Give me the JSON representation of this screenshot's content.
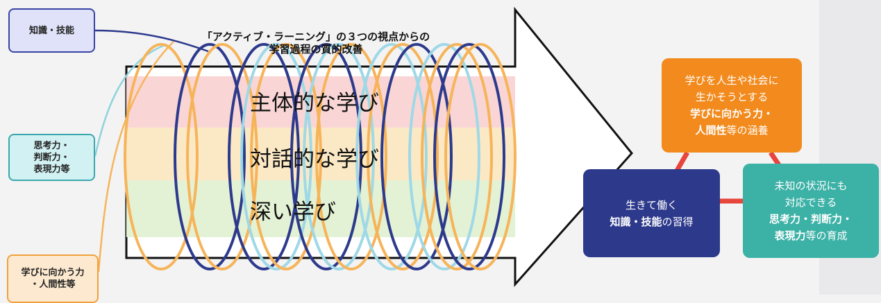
{
  "left_boxes": {
    "knowledge": "知識・技能",
    "thinking": "思考力・\n判断力・\n表現力等",
    "motivation": "学びに向かう力\n・人間性等"
  },
  "header": {
    "title": "「アクティブ・ラーニング」の３つの視点からの\n学習過程の質的改善"
  },
  "bands": [
    {
      "label": "主体的な学び",
      "color": "#f9d6d5"
    },
    {
      "label": "対話的な学び",
      "color": "#fbe9c6"
    },
    {
      "label": "深い学び",
      "color": "#e3f2d4"
    }
  ],
  "right_boxes": {
    "orange": {
      "line1": "学びを人生や社会に",
      "line2": "生かそうとする",
      "bold1": "学びに向かう力・",
      "bold2": "人間性",
      "rest2": "等の涵養"
    },
    "navy": {
      "line1": "生きて働く",
      "bold1": "知識・技能",
      "rest1": "の習得"
    },
    "teal": {
      "line1": "未知の状況にも",
      "line2": "対応できる",
      "bold1": "思考力・判断力・",
      "bold2": "表現力",
      "rest2": "等の育成"
    }
  },
  "colors": {
    "navy": "#2d3a8c",
    "teal": "#3cb1a6",
    "orange": "#f28a1d",
    "ring_light_blue": "#9fd8e6",
    "ring_orange": "#f6b45a",
    "connector_red": "#e8453c"
  }
}
